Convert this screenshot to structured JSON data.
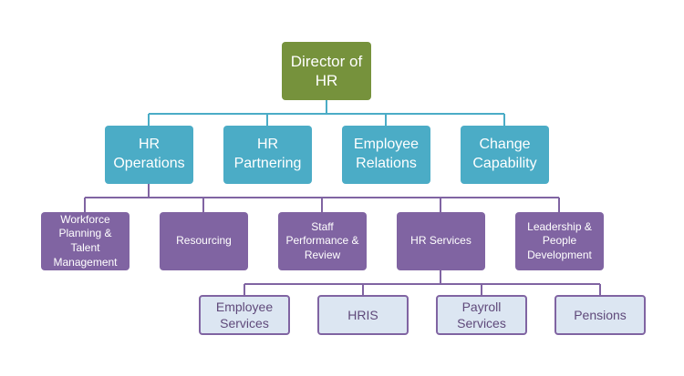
{
  "colors": {
    "director_fill": "#76923c",
    "level1_fill": "#4bacc6",
    "level1_line": "#4bacc6",
    "level2_fill": "#8064a2",
    "level2_line": "#8064a2",
    "level3_fill": "#dce6f2",
    "level3_border": "#8064a2",
    "level3_text": "#5f497a",
    "level3_line": "#8064a2"
  },
  "org": {
    "director": {
      "label": "Director of\nHR"
    },
    "level1": [
      {
        "label": "HR\nOperations"
      },
      {
        "label": "HR\nPartnering"
      },
      {
        "label": "Employee\nRelations"
      },
      {
        "label": "Change\nCapability"
      }
    ],
    "level2": [
      {
        "label": "Workforce\nPlanning &\nTalent\nManagement"
      },
      {
        "label": "Resourcing"
      },
      {
        "label": "Staff\nPerformance &\nReview"
      },
      {
        "label": "HR Services"
      },
      {
        "label": "Leadership &\nPeople\nDevelopment"
      }
    ],
    "level3": [
      {
        "label": "Employee\nServices"
      },
      {
        "label": "HRIS"
      },
      {
        "label": "Payroll\nServices"
      },
      {
        "label": "Pensions"
      }
    ]
  }
}
